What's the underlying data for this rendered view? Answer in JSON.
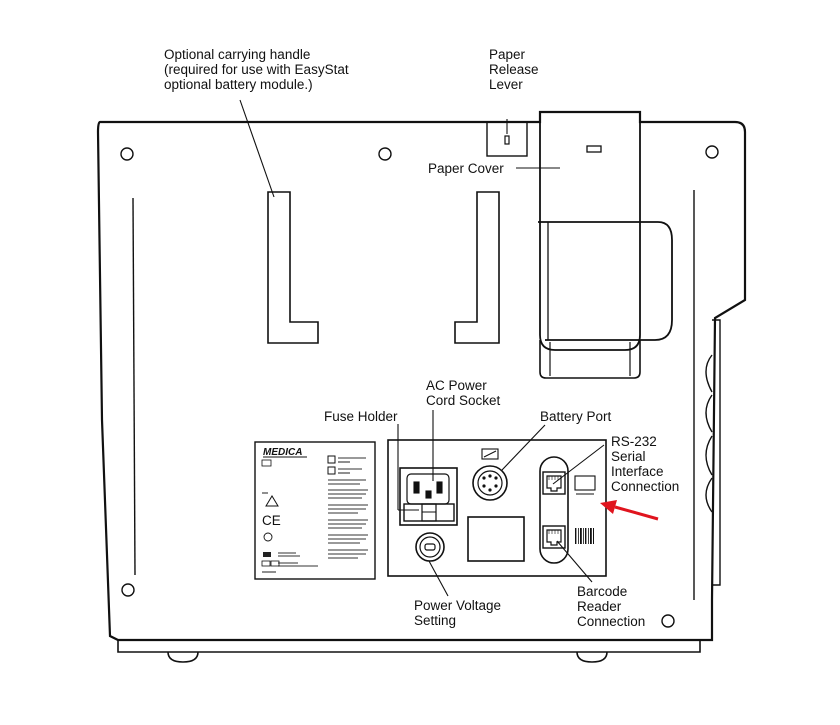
{
  "labels": {
    "handle": [
      "Optional carrying handle",
      "(required for use with EasyStat",
      "optional battery module.)"
    ],
    "paper_release": [
      "Paper",
      "Release",
      "Lever"
    ],
    "paper_cover": "Paper Cover",
    "ac_power": [
      "AC Power",
      "Cord Socket"
    ],
    "fuse_holder": "Fuse Holder",
    "battery_port": "Battery Port",
    "rs232": [
      "RS-232",
      "Serial",
      "Interface",
      "Connection"
    ],
    "power_voltage": [
      "Power Voltage",
      "Setting"
    ],
    "barcode": [
      "Barcode",
      "Reader",
      "Connection"
    ]
  },
  "nameplate": {
    "brand": "MEDICA"
  },
  "colors": {
    "outline": "#111111",
    "arrow": "#e0141e",
    "background": "#ffffff"
  }
}
